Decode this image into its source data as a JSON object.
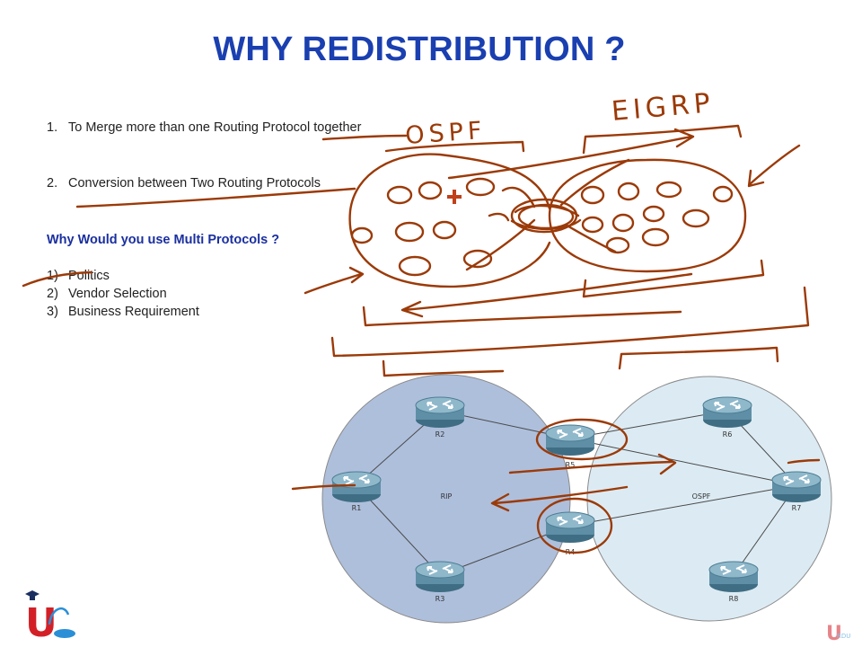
{
  "title": "WHY REDISTRIBUTION ?",
  "points": [
    {
      "num": "1.",
      "text": "To Merge more than one Routing Protocol together"
    },
    {
      "num": "2.",
      "text": "Conversion between Two Routing Protocols"
    }
  ],
  "question": "Why Would you use Multi Protocols ?",
  "reasons": [
    {
      "num": "1)",
      "text": "Politics"
    },
    {
      "num": "2)",
      "text": "Vendor Selection"
    },
    {
      "num": "3)",
      "text": "Business Requirement"
    }
  ],
  "handwriting": {
    "left": "OSPF",
    "right": "EIGRP"
  },
  "network": {
    "left_domain": "RIP",
    "right_domain": "OSPF",
    "routers": [
      "R1",
      "R2",
      "R3",
      "R4",
      "R5",
      "R6",
      "R7",
      "R8"
    ]
  },
  "colors": {
    "title": "#1a3fb0",
    "question": "#1a2fa0",
    "ink": "#9b3a08",
    "rip_fill": "#aebfdc",
    "ospf_fill": "#dcebf3",
    "router": "#5f8fa6"
  },
  "logo": {
    "mark": "U",
    "small_text": "RDU"
  }
}
